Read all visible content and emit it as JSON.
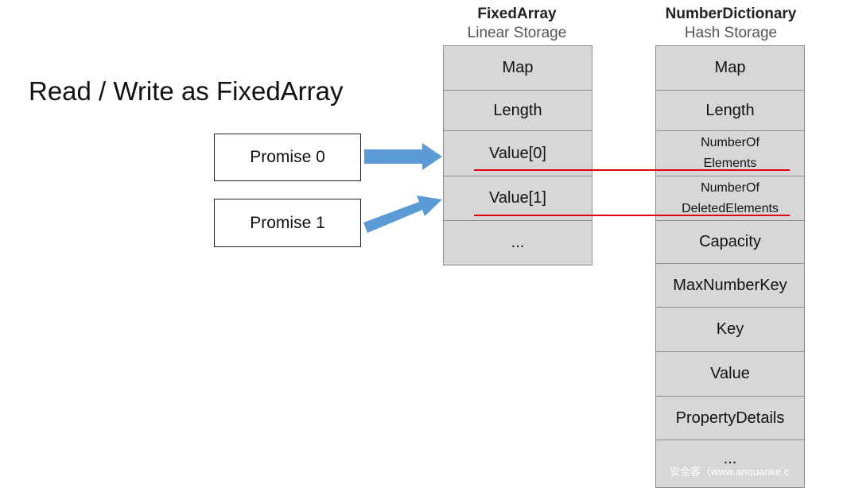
{
  "heading": "Read / Write as FixedArray",
  "fixed_array": {
    "title": "FixedArray",
    "subtitle": "Linear Storage",
    "cells": [
      "Map",
      "Length",
      "Value[0]",
      "Value[1]",
      "..."
    ]
  },
  "number_dictionary": {
    "title": "NumberDictionary",
    "subtitle": "Hash Storage",
    "cells": [
      "Map",
      "Length",
      [
        "NumberOf",
        "Elements"
      ],
      [
        "NumberOf",
        "DeletedElements"
      ],
      "Capacity",
      "MaxNumberKey",
      "Key",
      "Value",
      "PropertyDetails",
      "..."
    ]
  },
  "promises": [
    "Promise 0",
    "Promise 1"
  ],
  "watermark": "安全客（www.anquanke.c",
  "colors": {
    "arrow": "#5a9bd5",
    "overlap_line": "#e3000f",
    "cell_fill": "#d7d7d7"
  }
}
